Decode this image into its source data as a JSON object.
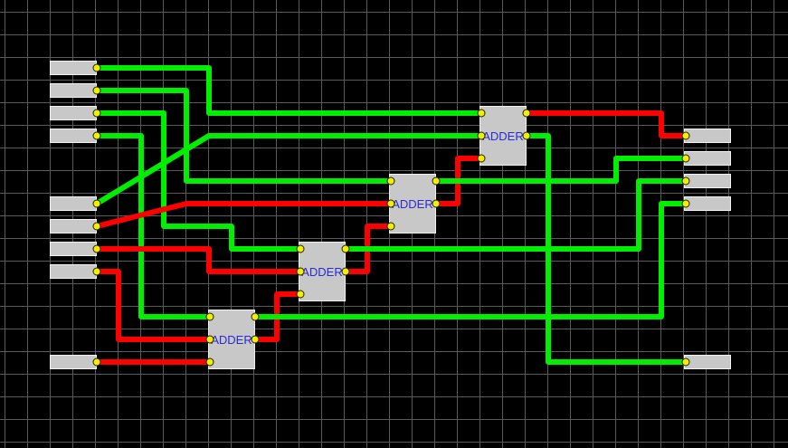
{
  "colors": {
    "background": "#000000",
    "grid": "#5a5a5a",
    "wire_high": "#00ee00",
    "wire_low": "#ff0000",
    "component_fill": "#c8c8c8",
    "component_label": "#2a2ad6",
    "pin": "#f0f000"
  },
  "components": {
    "adder_label": "ADDER",
    "adders": [
      {
        "id": "adder-1",
        "label": "ADDER"
      },
      {
        "id": "adder-2",
        "label": "ADDER"
      },
      {
        "id": "adder-3",
        "label": "ADDER"
      },
      {
        "id": "adder-4",
        "label": "ADDER"
      }
    ]
  },
  "inputs": [
    {
      "id": "in-1",
      "state": "high"
    },
    {
      "id": "in-2",
      "state": "high"
    },
    {
      "id": "in-3",
      "state": "high"
    },
    {
      "id": "in-4",
      "state": "high"
    },
    {
      "id": "in-5",
      "state": "high"
    },
    {
      "id": "in-6",
      "state": "low"
    },
    {
      "id": "in-7",
      "state": "low"
    },
    {
      "id": "in-8",
      "state": "low"
    },
    {
      "id": "in-9",
      "state": "low"
    }
  ],
  "outputs": [
    {
      "id": "out-1",
      "state": "low"
    },
    {
      "id": "out-2",
      "state": "high"
    },
    {
      "id": "out-3",
      "state": "high"
    },
    {
      "id": "out-4",
      "state": "high"
    },
    {
      "id": "out-5",
      "state": "high"
    }
  ]
}
